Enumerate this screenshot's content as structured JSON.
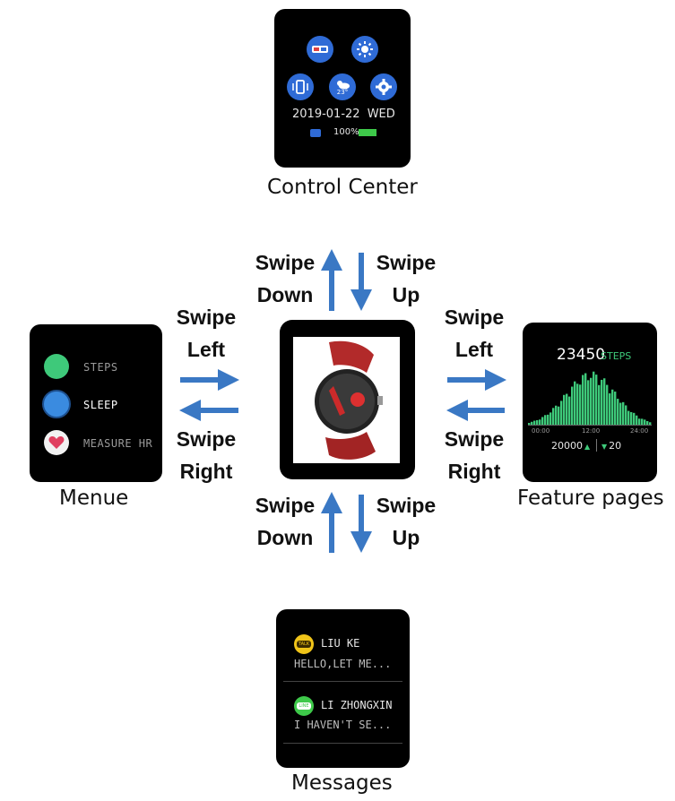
{
  "colors": {
    "arrow": "#3a78c4",
    "screen_bg": "#000000",
    "accent_blue": "#2f6bd6",
    "accent_green": "#3ec97a"
  },
  "captions": {
    "control_center": "Control Center",
    "menu": "Menue",
    "feature_pages": "Feature pages",
    "messages": "Messages"
  },
  "swipes": {
    "top_left": [
      "Swipe",
      "Down"
    ],
    "top_right": [
      "Swipe",
      "Up"
    ],
    "left_top": [
      "Swipe",
      "Left"
    ],
    "left_bottom": [
      "Swipe",
      "Right"
    ],
    "right_top": [
      "Swipe",
      "Left"
    ],
    "right_bottom": [
      "Swipe",
      "Right"
    ],
    "bottom_left": [
      "Swipe",
      "Down"
    ],
    "bottom_right": [
      "Swipe",
      "Up"
    ]
  },
  "control_center_screen": {
    "icons": [
      "3d-glasses-icon",
      "brightness-icon",
      "vibrate-icon",
      "weather-icon",
      "gear-icon"
    ],
    "weather_temp": "23°",
    "date": "2019-01-22",
    "weekday": "WED",
    "battery": "100%"
  },
  "menu_screen": {
    "items": [
      {
        "label": "STEPS",
        "icon": "shoe-icon",
        "icon_color": "#3ec97a"
      },
      {
        "label": "SLEEP",
        "icon": "moon-icon",
        "icon_color": "#3a8be0"
      },
      {
        "label": "MEASURE HR",
        "icon": "heart-icon",
        "icon_color": "#e04060"
      }
    ]
  },
  "feature_screen": {
    "steps_value": "23450",
    "steps_unit": "STEPS",
    "time_ticks": [
      "00:00",
      "12:00",
      "24:00"
    ],
    "goal": "20000",
    "low": "20"
  },
  "messages_screen": {
    "items": [
      {
        "app_icon": "TALK",
        "icon_color": "#f0c419",
        "name": "LIU KE",
        "body": "HELLO,LET ME..."
      },
      {
        "app_icon": "LINE",
        "icon_color": "#3ec94a",
        "name": "LI ZHONGXIN",
        "body": "I HAVEN'T SE..."
      }
    ]
  }
}
